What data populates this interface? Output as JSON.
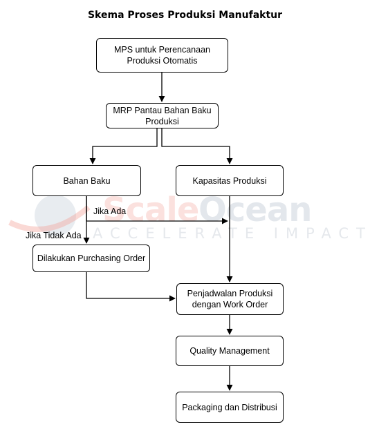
{
  "title": "Skema Proses Produksi Manufaktur",
  "watermark": {
    "word1": "Scale",
    "word2": "Ocean",
    "tagline": "ACCELERATE IMPACT",
    "color1": "#f3b4ac",
    "color2": "#c9d2db"
  },
  "nodes": {
    "mps": "MPS untuk Perencanaan Produksi Otomatis",
    "mrp": "MRP Pantau Bahan Baku Produksi",
    "bahan_baku": "Bahan Baku",
    "kapasitas": "Kapasitas Produksi",
    "purchasing": "Dilakukan Purchasing Order",
    "penjadwalan": "Penjadwalan Produksi dengan Work Order",
    "quality": "Quality Management",
    "packaging": "Packaging dan Distribusi"
  },
  "edge_labels": {
    "jika_ada": "Jika Ada",
    "jika_tidak_ada": "Jika Tidak Ada"
  },
  "colors": {
    "line": "#000000",
    "border": "#000000"
  }
}
